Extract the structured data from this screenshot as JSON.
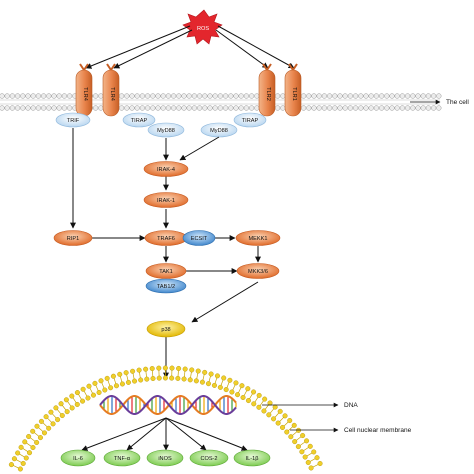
{
  "stimulus": {
    "label": "ROS"
  },
  "receptors": [
    {
      "id": "tlr4a",
      "label": "TLR4"
    },
    {
      "id": "tlr4b",
      "label": "TLR4"
    },
    {
      "id": "tlr2",
      "label": "TLR2"
    },
    {
      "id": "tlr1",
      "label": "TLR1"
    }
  ],
  "membrane": {
    "label": "The cell"
  },
  "adaptors": {
    "trif": "TRIF",
    "tirap_left": "TIRAP",
    "myd88_left": "MyD88",
    "tirap_right": "TIRAP",
    "myd88_right": "MyD88"
  },
  "kinases": {
    "irak4": "IRAK-4",
    "irak1": "IRAK-1",
    "rip1": "RIP1",
    "traf6": "TRAF6",
    "ecsit": "ECSIT",
    "mekk1": "MEKK1",
    "tak1": "TAK1",
    "tab12": "TAB1/2",
    "mkk36": "MKK3/6",
    "p38": "p38"
  },
  "nucleus": {
    "dna_label": "DNA",
    "membrane_label": "Cell nuclear membrane"
  },
  "outputs": [
    {
      "id": "il6",
      "label": "IL-6"
    },
    {
      "id": "tnfa",
      "label": "TNF-α"
    },
    {
      "id": "inos",
      "label": "iNOS"
    },
    {
      "id": "cos2",
      "label": "COS-2"
    },
    {
      "id": "il1b",
      "label": "IL-1β"
    }
  ],
  "colors": {
    "orange": "#e8773a",
    "blue": "#5b9bd5",
    "lightblue": "#cfe3f5",
    "yellow": "#f2c719",
    "green": "#8fd36a",
    "red": "#e3262d"
  }
}
